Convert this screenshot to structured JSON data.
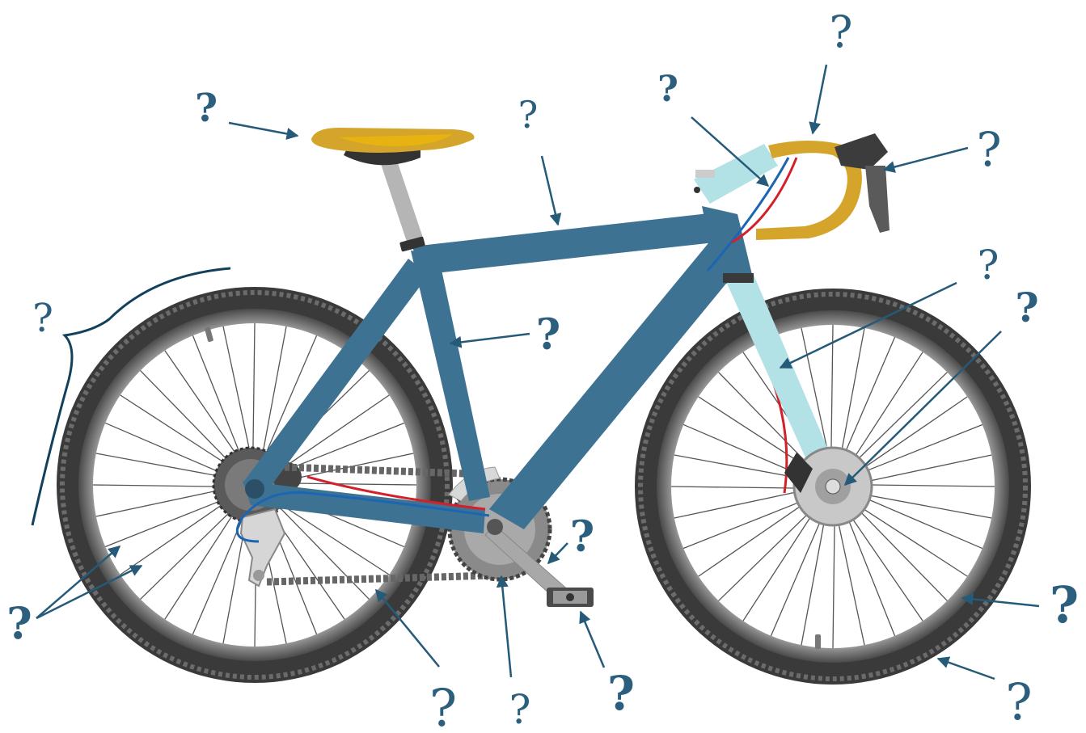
{
  "diagram": {
    "subject": "road bicycle parts diagram",
    "colors": {
      "frame": "#3e7292",
      "fork": "#b2e1e6",
      "saddle_bar_tape": "#d4a52a",
      "tire": "#3a3a3a",
      "rim": "#8f8f8f",
      "chain": "#6a6a6a",
      "label": "#2c5f7d",
      "arrow": "#255a79",
      "cable_red": "#d3202b",
      "cable_blue": "#1c65b2"
    },
    "label_text": "?",
    "callouts": [
      {
        "id": "saddle",
        "text": "?"
      },
      {
        "id": "top-tube",
        "text": "?"
      },
      {
        "id": "stem",
        "text": "?"
      },
      {
        "id": "handlebar",
        "text": "?"
      },
      {
        "id": "brake-lever",
        "text": "?"
      },
      {
        "id": "rear-wheel",
        "text": "?"
      },
      {
        "id": "seat-tube",
        "text": "?"
      },
      {
        "id": "fork",
        "text": "?"
      },
      {
        "id": "front-hub",
        "text": "?"
      },
      {
        "id": "spokes",
        "text": "?"
      },
      {
        "id": "chain",
        "text": "?"
      },
      {
        "id": "chainring",
        "text": "?"
      },
      {
        "id": "crank",
        "text": "?"
      },
      {
        "id": "pedal",
        "text": "?"
      },
      {
        "id": "rim",
        "text": "?"
      },
      {
        "id": "tire",
        "text": "?"
      }
    ]
  }
}
